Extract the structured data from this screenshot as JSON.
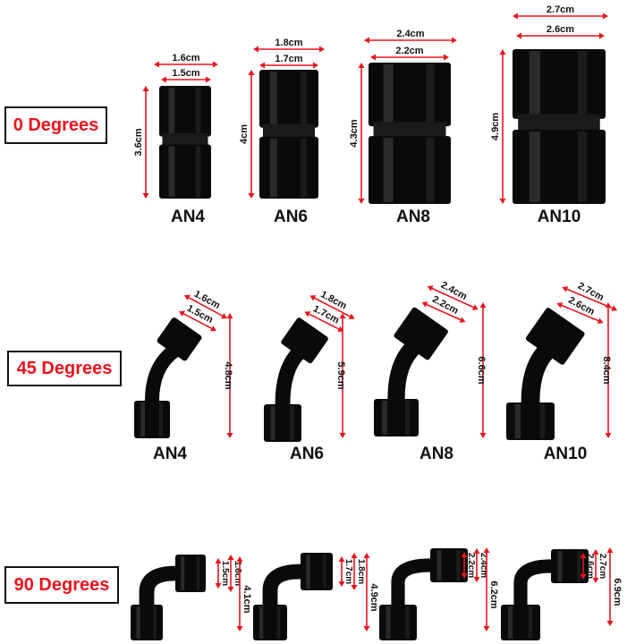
{
  "rows": [
    {
      "label": "0 Degrees",
      "fittings": [
        {
          "size": "AN4",
          "outer": "1.6cm",
          "inner": "1.5cm",
          "length": "3.6cm"
        },
        {
          "size": "AN6",
          "outer": "1.8cm",
          "inner": "1.7cm",
          "length": "4cm"
        },
        {
          "size": "AN8",
          "outer": "2.4cm",
          "inner": "2.2cm",
          "length": "4.3cm"
        },
        {
          "size": "AN10",
          "outer": "2.7cm",
          "inner": "2.6cm",
          "length": "4.9cm"
        }
      ]
    },
    {
      "label": "45 Degrees",
      "fittings": [
        {
          "size": "AN4",
          "outer": "1.6cm",
          "inner": "1.5cm",
          "length": "4.8cm"
        },
        {
          "size": "AN6",
          "outer": "1.8cm",
          "inner": "1.7cm",
          "length": "5.9cm"
        },
        {
          "size": "AN8",
          "outer": "2.4cm",
          "inner": "2.2cm",
          "length": "6.6cm"
        },
        {
          "size": "AN10",
          "outer": "2.7cm",
          "inner": "2.6cm",
          "length": "8.4cm"
        }
      ]
    },
    {
      "label": "90 Degrees",
      "fittings": [
        {
          "outer": "1.6cm",
          "inner": "1.5cm",
          "length": "4.1cm"
        },
        {
          "outer": "1.8cm",
          "inner": "1.7cm",
          "length": "4.9cm"
        },
        {
          "outer": "2.4cm",
          "inner": "2.2cm",
          "length": "6.2cm"
        },
        {
          "outer": "2.7cm",
          "inner": "2.6cm",
          "length": "6.9cm"
        }
      ]
    }
  ],
  "colors": {
    "dimension": "#e8141c",
    "fitting": "#0a0a0a",
    "label_text": "#e8141c"
  }
}
